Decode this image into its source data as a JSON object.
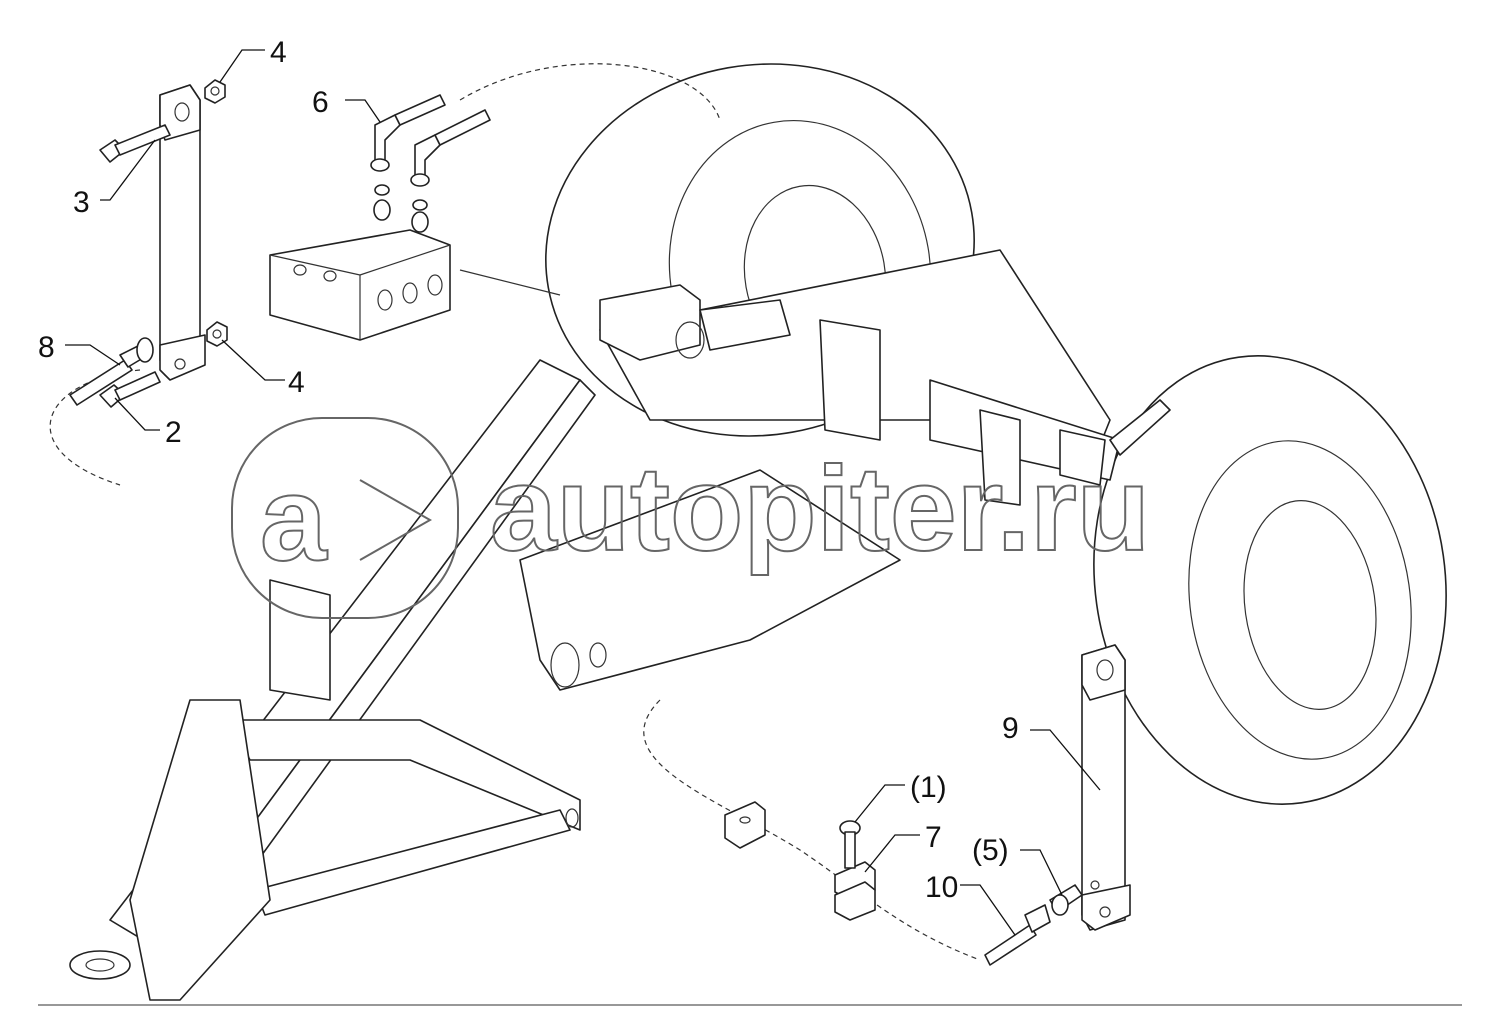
{
  "watermark": {
    "badge_letter": "a",
    "text": "autopiter.ru"
  },
  "callouts": [
    {
      "id": "c4a",
      "label": "4"
    },
    {
      "id": "c6",
      "label": "6"
    },
    {
      "id": "c3",
      "label": "3"
    },
    {
      "id": "c8",
      "label": "8"
    },
    {
      "id": "c4b",
      "label": "4"
    },
    {
      "id": "c2",
      "label": "2"
    },
    {
      "id": "c9",
      "label": "9"
    },
    {
      "id": "c1",
      "label": "(1)"
    },
    {
      "id": "c7",
      "label": "7"
    },
    {
      "id": "c5",
      "label": "(5)"
    },
    {
      "id": "c10",
      "label": "10"
    }
  ]
}
